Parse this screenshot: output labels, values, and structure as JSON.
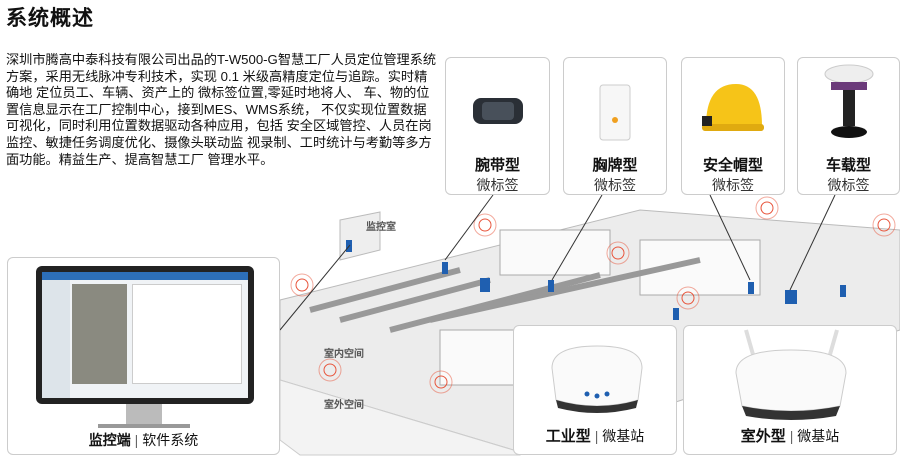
{
  "title": "系统概述",
  "description": "深圳市腾高中泰科技有限公司出品的T-W500-G智慧工厂人员定位管理系统方案，采用无线脉冲专利技术，实现 0.1 米级高精度定位与追踪。实时精确地 定位员工、车辆、资产上的 微标签位置,零延时地将人、 车、物的位置信息显示在工厂控制中心，接到MES、WMS系统， 不仅实现位置数据可视化，同时利用位置数据驱动各种应用，包括 安全区域管控、人员在岗监控、敏捷任务调度优化、摄像头联动监 视录制、工时统计与考勤等多方面功能。精益生产、提高智慧工厂 管理水平。",
  "tags": [
    {
      "name": "腕带型",
      "sub": "微标签",
      "icon": "wristband-tag-icon"
    },
    {
      "name": "胸牌型",
      "sub": "微标签",
      "icon": "badge-tag-icon"
    },
    {
      "name": "安全帽型",
      "sub": "微标签",
      "icon": "helmet-tag-icon"
    },
    {
      "name": "车载型",
      "sub": "微标签",
      "icon": "vehicle-tag-icon"
    }
  ],
  "areas": {
    "monitor_room": "监控室",
    "indoor": "室内空间",
    "outdoor": "室外空间"
  },
  "monitor": {
    "name": "监控端",
    "sep": "|",
    "sub": "软件系统"
  },
  "stations": [
    {
      "name": "工业型",
      "sep": "|",
      "sub": "微基站"
    },
    {
      "name": "室外型",
      "sep": "|",
      "sub": "微基站"
    }
  ],
  "colors": {
    "worker": "#1f5fb0",
    "signal": "#e8553c",
    "floor": "#e6e6e6"
  }
}
